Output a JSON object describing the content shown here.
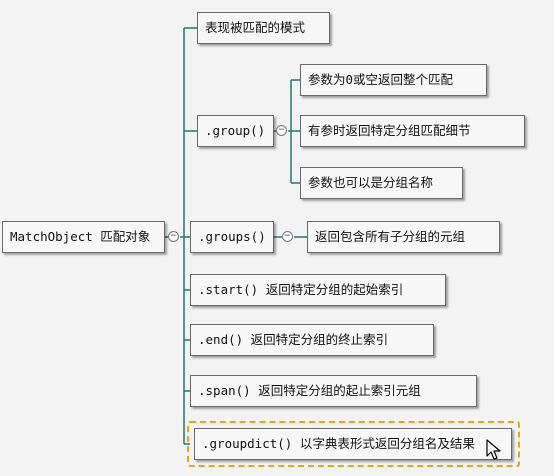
{
  "mindmap": {
    "root": "MatchObject 匹配对象",
    "nodes": {
      "pattern": "表现被匹配的模式",
      "group": ".group()",
      "group_child_1": "参数为0或空返回整个匹配",
      "group_child_2": "有参时返回特定分组匹配细节",
      "group_child_3": "参数也可以是分组名称",
      "groups": ".groups()",
      "groups_child_1": "返回包含所有子分组的元组",
      "start": ".start()  返回特定分组的起始索引",
      "end": ".end()  返回特定分组的终止索引",
      "span": ".span()  返回特定分组的起止索引元组",
      "groupdict": ".groupdict()  以字典表形式返回分组名及结果"
    },
    "collapse_symbol": "−"
  },
  "colors": {
    "connector": "#2f7f78",
    "highlight": "#e0a61c",
    "node_border": "#6a6a6a"
  }
}
